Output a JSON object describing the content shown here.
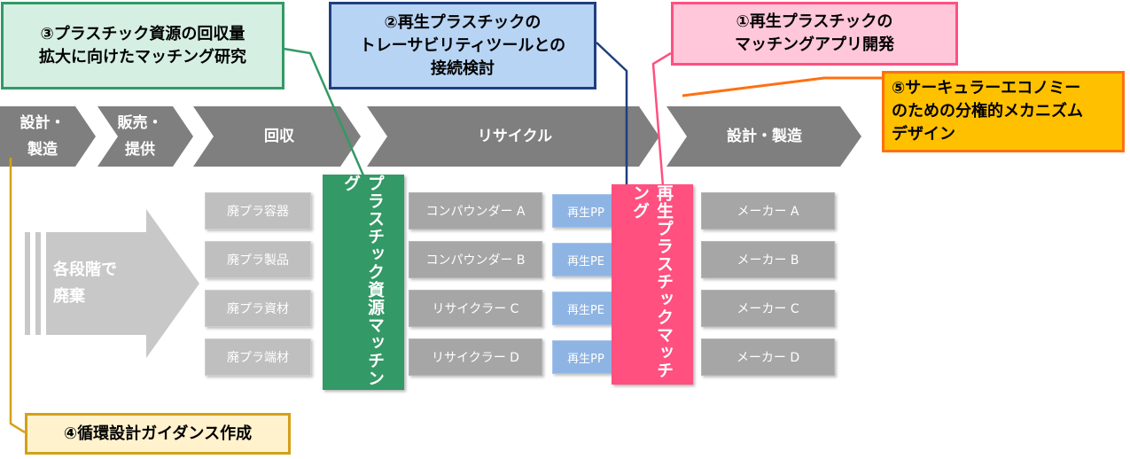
{
  "stages": [
    "設計・\n製造",
    "販売・\n提供",
    "回収",
    "リサイクル",
    "設計・製造"
  ],
  "discard_label": "各段階で\n廃棄",
  "waste_items": [
    "廃プラ容器",
    "廃プラ製品",
    "廃プラ資材",
    "廃プラ端材"
  ],
  "matching_resource_label": "プラスチック資源マッチング",
  "compounders": [
    "コンパウンダー A",
    "コンパウンダー B",
    "リサイクラー C",
    "リサイクラー D"
  ],
  "recycled_materials": [
    "再生PP",
    "再生PE",
    "再生PE",
    "再生PP"
  ],
  "matching_recycled_label": "再生プラスチックマッチング",
  "makers": [
    "メーカー A",
    "メーカー B",
    "メーカー C",
    "メーカー D"
  ],
  "callouts": {
    "c1": "①再生プラスチックの\nマッチングアプリ開発",
    "c2": "②再生プラスチックの\nトレーサビリティツールとの\n接続検討",
    "c3": "③プラスチック資源の回収量\n拡大に向けたマッチング研究",
    "c4": "④循環設計ガイダンス作成",
    "c5": "⑤サーキュラーエコノミー\nのための分権的メカニズム\nデザイン"
  },
  "colors": {
    "chevron": "#7f7f7f",
    "matching_resource": "#339966",
    "matching_recycled": "#ff5080",
    "recycled_box": "#8eb4e3",
    "c1_fill": "#ffc7d9",
    "c1_border": "#ff5080",
    "c2_fill": "#b8d4f4",
    "c2_border": "#1f3f7f",
    "c3_fill": "#d5efe2",
    "c3_border": "#339966",
    "c4_fill": "#fff2cc",
    "c4_border": "#d4a017",
    "c5_fill": "#ffc000",
    "c5_border": "#ff7010"
  }
}
